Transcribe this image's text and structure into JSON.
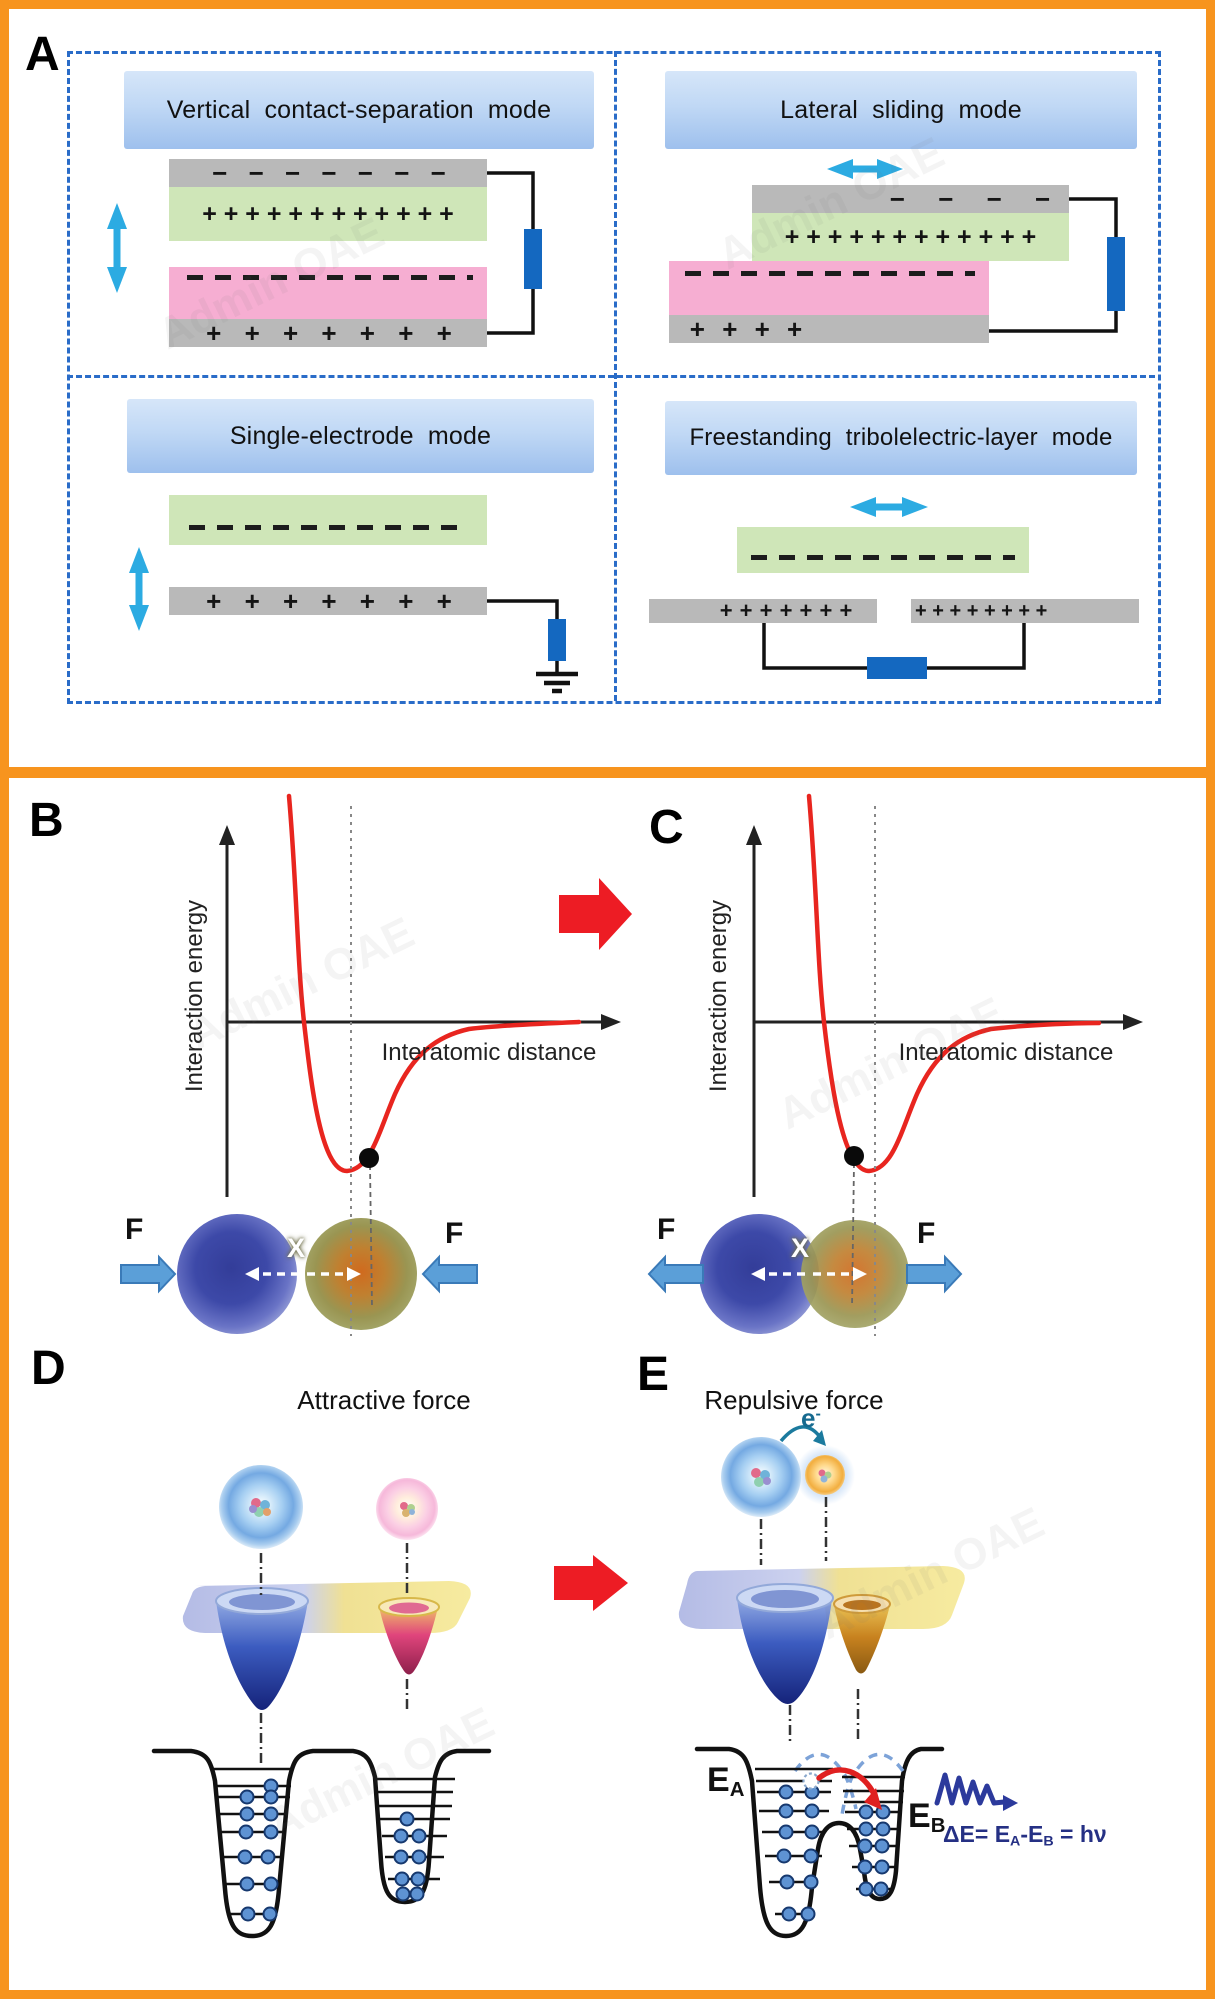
{
  "figure": {
    "panels": {
      "a": {
        "label": "A",
        "modes": [
          {
            "title": "Vertical contact-separation mode",
            "top_electrode_charges": "− − − − − − −",
            "positive_layer_charges": "+ + + + + + + + + + + +",
            "bottom_electrode_charges": "+ + + + + + +"
          },
          {
            "title": "Lateral sliding mode",
            "top_electrode_charges": "− − − −",
            "positive_layer_charges": "+ + + + + + + + + + + +",
            "bottom_electrode_charges": "+ + + +"
          },
          {
            "title": "Single-electrode mode",
            "electrode_charges": "+ + + + + + +"
          },
          {
            "title": "Freestanding tribolelectric-layer mode",
            "left_electrode_charges": "+ + + + + + +",
            "right_electrode_charges": "+ + + + + + + +"
          }
        ]
      },
      "b": {
        "label": "B",
        "y_axis_label": "Interaction energy",
        "x_axis_label": "Interatomic distance",
        "force_left": "F",
        "force_right": "F",
        "displacement": "X",
        "caption": "Attractive force"
      },
      "c": {
        "label": "C",
        "y_axis_label": "Interaction energy",
        "x_axis_label": "Interatomic distance",
        "force_left": "F",
        "force_right": "F",
        "displacement": "X",
        "caption": "Repulsive force"
      },
      "d": {
        "label": "D"
      },
      "e": {
        "label": "E",
        "electron_base": "e",
        "electron_sup": "-",
        "energy_a_base": "E",
        "energy_a_sub": "A",
        "energy_b_base": "E",
        "energy_b_sub": "B",
        "equation_lhs": "ΔE= E",
        "equation_sub_a": "A",
        "equation_mid": "-E",
        "equation_sub_b": "B",
        "equation_rhs": " = hν"
      }
    },
    "watermark": "Admin OAE",
    "colors": {
      "frame_orange": "#F7941E",
      "panel_dashed_blue": "#2A6CC8",
      "electrode_gray": "#B9B9B9",
      "tribo_green": "#CFE6B8",
      "tribo_pink": "#F6AED2",
      "resistor_blue": "#1468C0",
      "motion_arrow_cyan": "#2CABE2",
      "energy_curve_red": "#E8251F",
      "block_arrow_red": "#ED1C24",
      "electron_fill_blue": "#5E93D3",
      "photon_navy": "#2C3A9C"
    }
  }
}
